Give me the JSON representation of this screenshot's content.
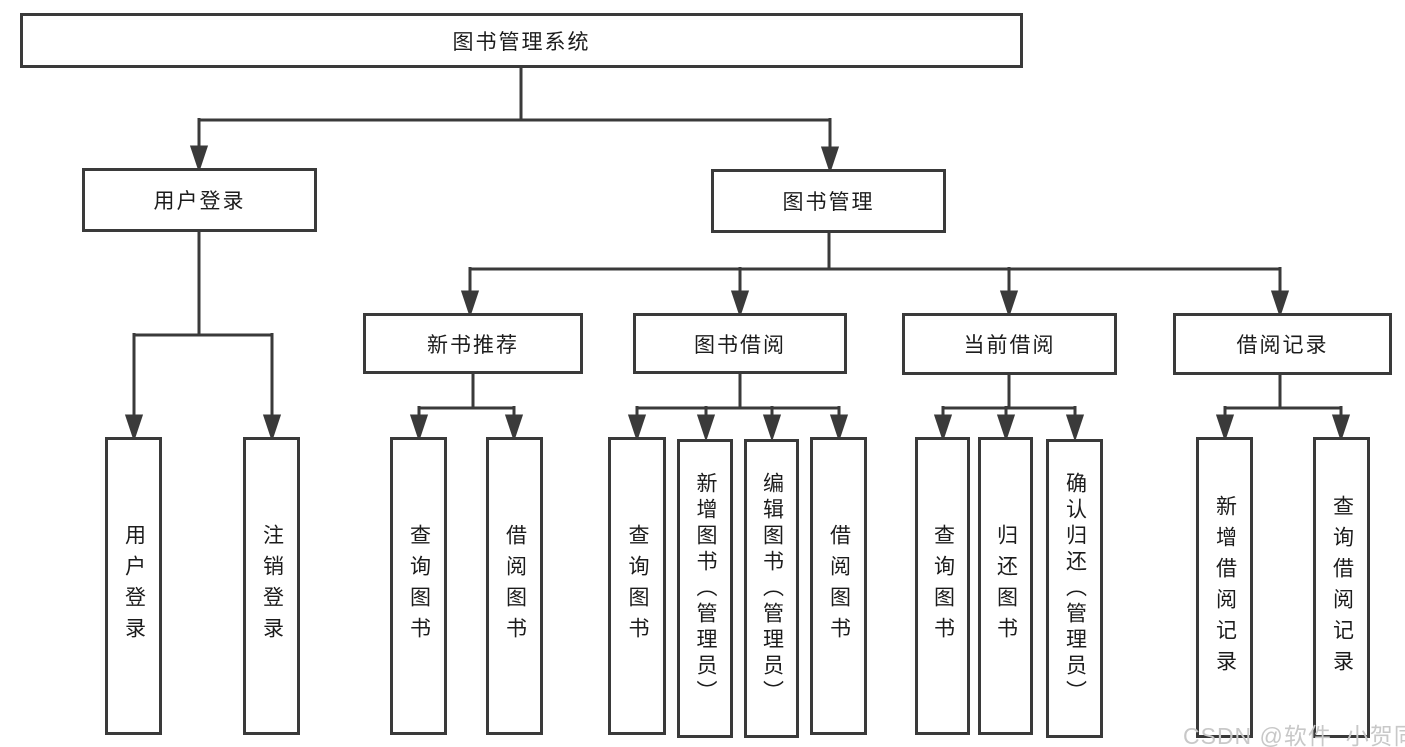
{
  "colors": {
    "line": "#3a3a3a",
    "box_border": "#3a3a3a",
    "box_fill": "#ffffff",
    "text": "#1c1c1c",
    "background": "#ffffff",
    "watermark": "#c8c8c8"
  },
  "nodes": {
    "root": "图书管理系统",
    "user_login": "用户登录",
    "book_management": "图书管理",
    "new_book_recommendation": "新书推荐",
    "book_borrowing": "图书借阅",
    "current_borrowing": "当前借阅",
    "borrowing_records": "借阅记录",
    "leaf_user_login": "用户登录",
    "leaf_logout": "注销登录",
    "leaf_query_books_1": "查询图书",
    "leaf_borrow_books_1": "借阅图书",
    "leaf_query_books_2": "查询图书",
    "leaf_add_books_admin": "新增图书（管理员）",
    "leaf_edit_books_admin": "编辑图书（管理员）",
    "leaf_borrow_books_2": "借阅图书",
    "leaf_query_books_3": "查询图书",
    "leaf_return_books": "归还图书",
    "leaf_confirm_return_admin": "确认归还（管理员）",
    "leaf_add_borrow_record": "新增借阅记录",
    "leaf_query_borrow_record": "查询借阅记录"
  },
  "watermark": "CSDN @软件_小贺同学",
  "hierarchy": {
    "图书管理系统": {
      "用户登录": [
        "用户登录",
        "注销登录"
      ],
      "图书管理": {
        "新书推荐": [
          "查询图书",
          "借阅图书"
        ],
        "图书借阅": [
          "查询图书",
          "新增图书（管理员）",
          "编辑图书（管理员）",
          "借阅图书"
        ],
        "当前借阅": [
          "查询图书",
          "归还图书",
          "确认归还（管理员）"
        ],
        "借阅记录": [
          "新增借阅记录",
          "查询借阅记录"
        ]
      }
    }
  }
}
